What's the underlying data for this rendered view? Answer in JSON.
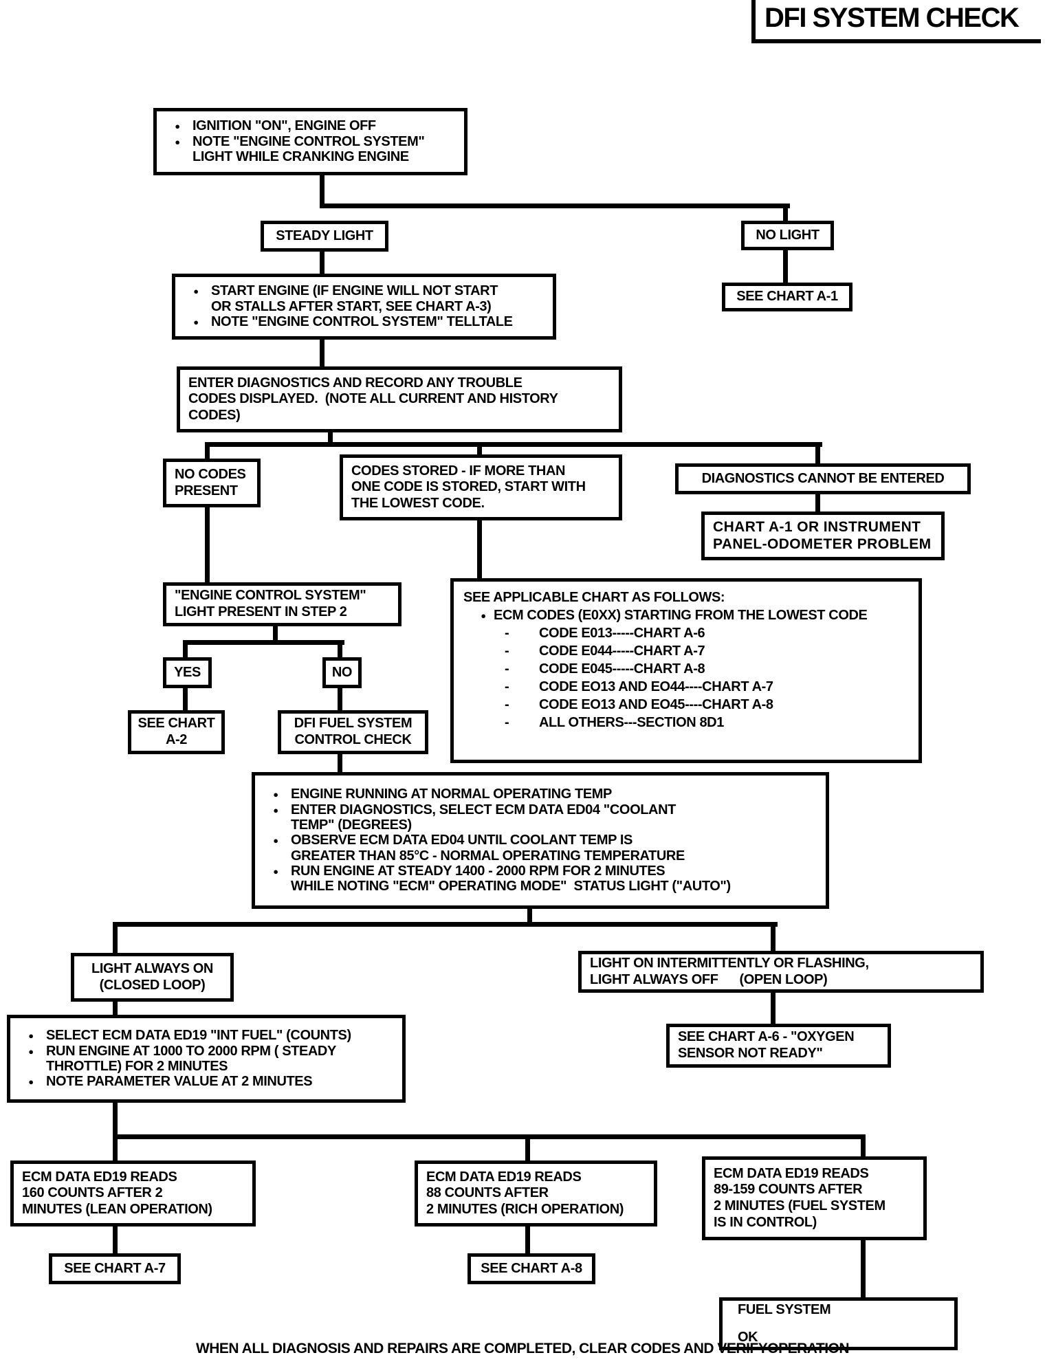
{
  "title": "DFI SYSTEM CHECK",
  "footer": "WHEN ALL DIAGNOSIS AND REPAIRS ARE COMPLETED, CLEAR CODES AND VERIFYOPERATION",
  "glyphs": {
    "bullet": "●",
    "dash": "-"
  },
  "nodes": {
    "step1": {
      "items": [
        [
          "IGNITION \"ON\", ENGINE OFF"
        ],
        [
          "NOTE \"ENGINE CONTROL SYSTEM\"",
          "LIGHT WHILE CRANKING ENGINE"
        ]
      ]
    },
    "steady_light": {
      "label": "STEADY LIGHT"
    },
    "no_light": {
      "label": "NO LIGHT"
    },
    "see_chart_a1": {
      "label": "SEE CHART A-1"
    },
    "step2": {
      "items": [
        [
          "START ENGINE (IF ENGINE WILL NOT START",
          "OR STALLS AFTER START, SEE CHART A-3)"
        ],
        [
          "NOTE \"ENGINE CONTROL SYSTEM\" TELLTALE"
        ]
      ]
    },
    "step3": {
      "lines": [
        "ENTER DIAGNOSTICS AND RECORD ANY TROUBLE",
        "CODES DISPLAYED.  (NOTE ALL CURRENT AND HISTORY",
        "CODES)"
      ]
    },
    "no_codes": {
      "lines": [
        "NO CODES",
        "PRESENT"
      ]
    },
    "codes_stored": {
      "lines": [
        "CODES STORED - IF MORE THAN",
        "ONE CODE IS STORED, START WITH",
        "THE LOWEST CODE."
      ]
    },
    "diag_cannot": {
      "label": "DIAGNOSTICS CANNOT BE ENTERED"
    },
    "chart_a1_instrument": {
      "lines": [
        "CHART A-1 OR INSTRUMENT",
        "PANEL-ODOMETER PROBLEM"
      ]
    },
    "light_step2": {
      "lines": [
        "\"ENGINE CONTROL SYSTEM\"",
        "LIGHT PRESENT IN STEP 2"
      ]
    },
    "yes": {
      "label": "YES"
    },
    "no": {
      "label": "NO"
    },
    "see_chart_a2": {
      "lines": [
        "SEE CHART",
        "A-2"
      ]
    },
    "dfi_fuel": {
      "lines": [
        "DFI FUEL SYSTEM",
        "CONTROL CHECK"
      ]
    },
    "applicable": {
      "heading": "SEE APPLICABLE CHART AS FOLLOWS:",
      "bullet_text": "ECM CODES (E0XX) STARTING FROM THE LOWEST CODE",
      "rows": [
        "CODE E013-----CHART A-6",
        "CODE E044-----CHART A-7",
        "CODE E045-----CHART A-8",
        "CODE EO13 AND EO44----CHART A-7",
        "CODE EO13 AND EO45----CHART A-8",
        "ALL OTHERS---SECTION 8D1"
      ]
    },
    "engine_running": {
      "items": [
        [
          "ENGINE RUNNING AT NORMAL OPERATING TEMP"
        ],
        [
          "ENTER DIAGNOSTICS, SELECT ECM DATA ED04 \"COOLANT",
          "TEMP\" (DEGREES)"
        ],
        [
          "OBSERVE ECM DATA ED04 UNTIL COOLANT TEMP IS",
          "GREATER THAN 85°C - NORMAL OPERATING TEMPERATURE"
        ],
        [
          "RUN ENGINE AT STEADY 1400 - 2000 RPM FOR 2 MINUTES",
          "WHILE NOTING \"ECM\" OPERATING MODE\"  STATUS LIGHT (\"AUTO\")"
        ]
      ]
    },
    "closed_loop": {
      "lines": [
        "LIGHT ALWAYS ON",
        "(CLOSED LOOP)"
      ]
    },
    "open_loop": {
      "lines": [
        "LIGHT ON INTERMITTENTLY OR FLASHING,",
        "LIGHT ALWAYS OFF      (OPEN LOOP)"
      ]
    },
    "see_chart_a6": {
      "lines": [
        "SEE CHART A-6 - \"OXYGEN",
        "SENSOR NOT READY\""
      ]
    },
    "select_ed19": {
      "items": [
        [
          "SELECT ECM DATA ED19 \"INT FUEL\" (COUNTS)"
        ],
        [
          "RUN ENGINE AT 1000 TO 2000 RPM ( STEADY",
          "THROTTLE) FOR 2 MINUTES"
        ],
        [
          "NOTE PARAMETER VALUE AT 2 MINUTES"
        ]
      ]
    },
    "lean": {
      "lines": [
        "ECM DATA ED19 READS",
        "160 COUNTS AFTER 2",
        "MINUTES (LEAN OPERATION)"
      ]
    },
    "rich": {
      "lines": [
        "ECM DATA ED19 READS",
        "88 COUNTS AFTER",
        "2 MINUTES (RICH OPERATION)"
      ]
    },
    "in_control": {
      "lines": [
        "ECM DATA ED19 READS",
        "89-159 COUNTS AFTER",
        "2 MINUTES (FUEL SYSTEM",
        "IS IN CONTROL)"
      ]
    },
    "see_chart_a7": {
      "label": "SEE CHART A-7"
    },
    "see_chart_a8": {
      "label": "SEE CHART A-8"
    },
    "fuel_ok": {
      "lines": [
        "FUEL SYSTEM",
        "OK"
      ]
    }
  }
}
